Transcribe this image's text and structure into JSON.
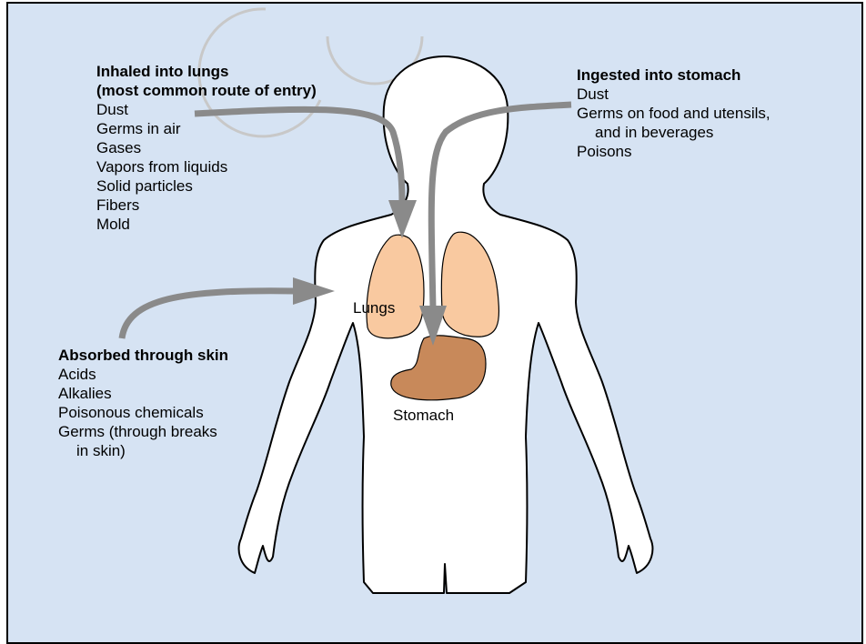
{
  "watermark": "CO",
  "inhaled": {
    "title_1": "Inhaled into lungs",
    "title_2": "(most common route of entry)",
    "items": [
      "Dust",
      "Germs in air",
      "Gases",
      "Vapors from liquids",
      "Solid particles",
      "Fibers",
      "Mold"
    ]
  },
  "ingested": {
    "title": "Ingested into stomach",
    "items": [
      "Dust",
      "Germs on food and utensils,",
      "and in beverages",
      "Poisons"
    ]
  },
  "absorbed": {
    "title": "Absorbed through skin",
    "items": [
      "Acids",
      "Alkalies",
      "Poisonous chemicals",
      "Germs (through breaks",
      "in skin)"
    ]
  },
  "organs": {
    "lungs": "Lungs",
    "stomach": "Stomach"
  },
  "colors": {
    "background": "#d6e3f3",
    "body_fill": "#ffffff",
    "lung_fill": "#f9c9a0",
    "stomach_fill": "#c8895a",
    "arrow": "#8a8a8a",
    "outline": "#000000",
    "watermark": "#c8c8c8"
  }
}
